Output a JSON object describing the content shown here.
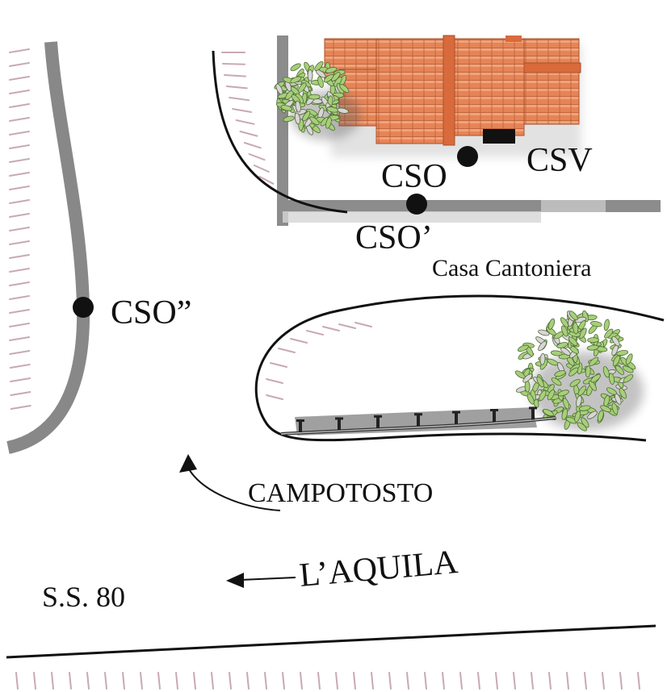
{
  "map": {
    "labels": {
      "cso": "CSO",
      "csv": "CSV",
      "cso_prime": "CSO’",
      "cso_double": "CSO”",
      "house": "Casa Cantoniera",
      "campotosto": "CAMPOTOSTO",
      "laquila": "L’AQUILA",
      "road": "S.S. 80"
    },
    "colors": {
      "road": "#888888",
      "roof": "#e0774a",
      "roof_line": "#b0542c",
      "tree": "#a7cf7a",
      "marker": "#111111",
      "tick": "#c9a9b2"
    },
    "icons": [
      "tree-icon",
      "roof-icon",
      "guardrail-icon",
      "arrow-icon",
      "station-marker-icon"
    ]
  }
}
